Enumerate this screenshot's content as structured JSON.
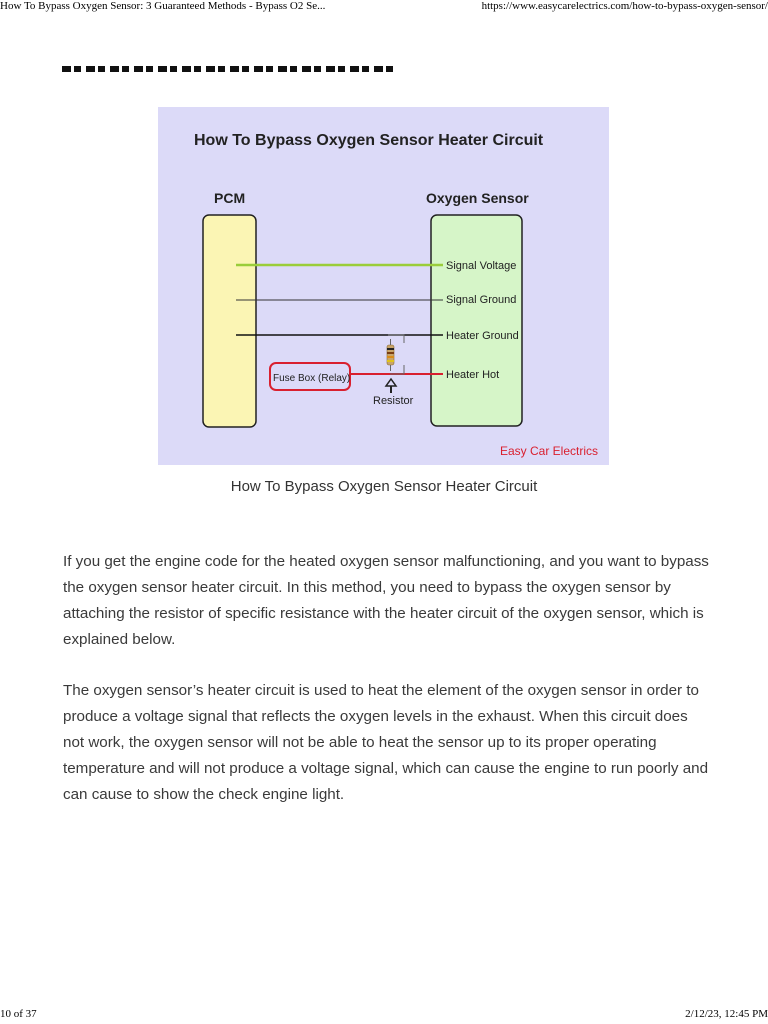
{
  "print_header": {
    "title": "How To Bypass Oxygen Sensor: 3 Guaranteed Methods - Bypass O2 Se...",
    "url": "https://www.easycarelectrics.com/how-to-bypass-oxygen-sensor/"
  },
  "print_footer": {
    "page": "10 of 37",
    "datetime": "2/12/23, 12:45 PM"
  },
  "figure": {
    "title": "How To Bypass Oxygen Sensor Heater Circuit",
    "left_block": "PCM",
    "right_block": "Oxygen Sensor",
    "wires": [
      "Signal Voltage",
      "Signal Ground",
      "Heater Ground",
      "Heater Hot"
    ],
    "fuse_box": "Fuse Box (Relay)",
    "resistor": "Resistor",
    "brand": "Easy Car Electrics",
    "colors": {
      "background": "#dcdaf8",
      "pcm_fill": "#fbf5b4",
      "sensor_fill": "#d6f5c8",
      "signal_voltage_wire": "#9acd3a",
      "heater_hot_wire": "#d9202f",
      "brand_text": "#d9202f"
    }
  },
  "caption": "How To Bypass Oxygen Sensor Heater Circuit",
  "paragraphs": [
    "If you get the engine code for the heated oxygen sensor malfunctioning, and you want to bypass the oxygen sensor heater circuit. In this method, you need to bypass the oxygen sensor by attaching the resistor of specific resistance with the heater circuit of the oxygen sensor, which is explained below.",
    "The oxygen sensor’s heater circuit is used to heat the element of the oxygen sensor in order to produce a voltage signal that reflects the oxygen levels in the exhaust. When this circuit does not work, the oxygen sensor will not be able to heat the sensor up to its proper operating temperature and will not produce a voltage signal, which can cause the engine to run poorly and can cause to show the check engine light."
  ]
}
